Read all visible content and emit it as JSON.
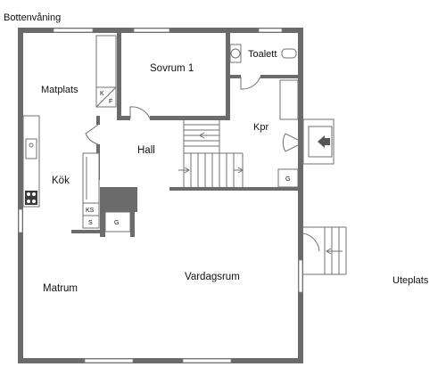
{
  "plan": {
    "title": "Bottenvåning",
    "rooms": {
      "matplats": "Matplats",
      "sovrum": "Sovrum 1",
      "toalett": "Toalett",
      "hall": "Hall",
      "kpr": "Kpr",
      "kok": "Kök",
      "matrum": "Matrum",
      "vardagsrum": "Vardagsrum",
      "uteplats": "Uteplats"
    },
    "fixtures": {
      "kf_k": "K",
      "kf_f": "F",
      "ks": "KS",
      "s": "S",
      "g_hall": "G",
      "g_kpr": "G"
    }
  },
  "colors": {
    "wall": "#6b6b6b",
    "line": "#707070",
    "text": "#111111"
  }
}
